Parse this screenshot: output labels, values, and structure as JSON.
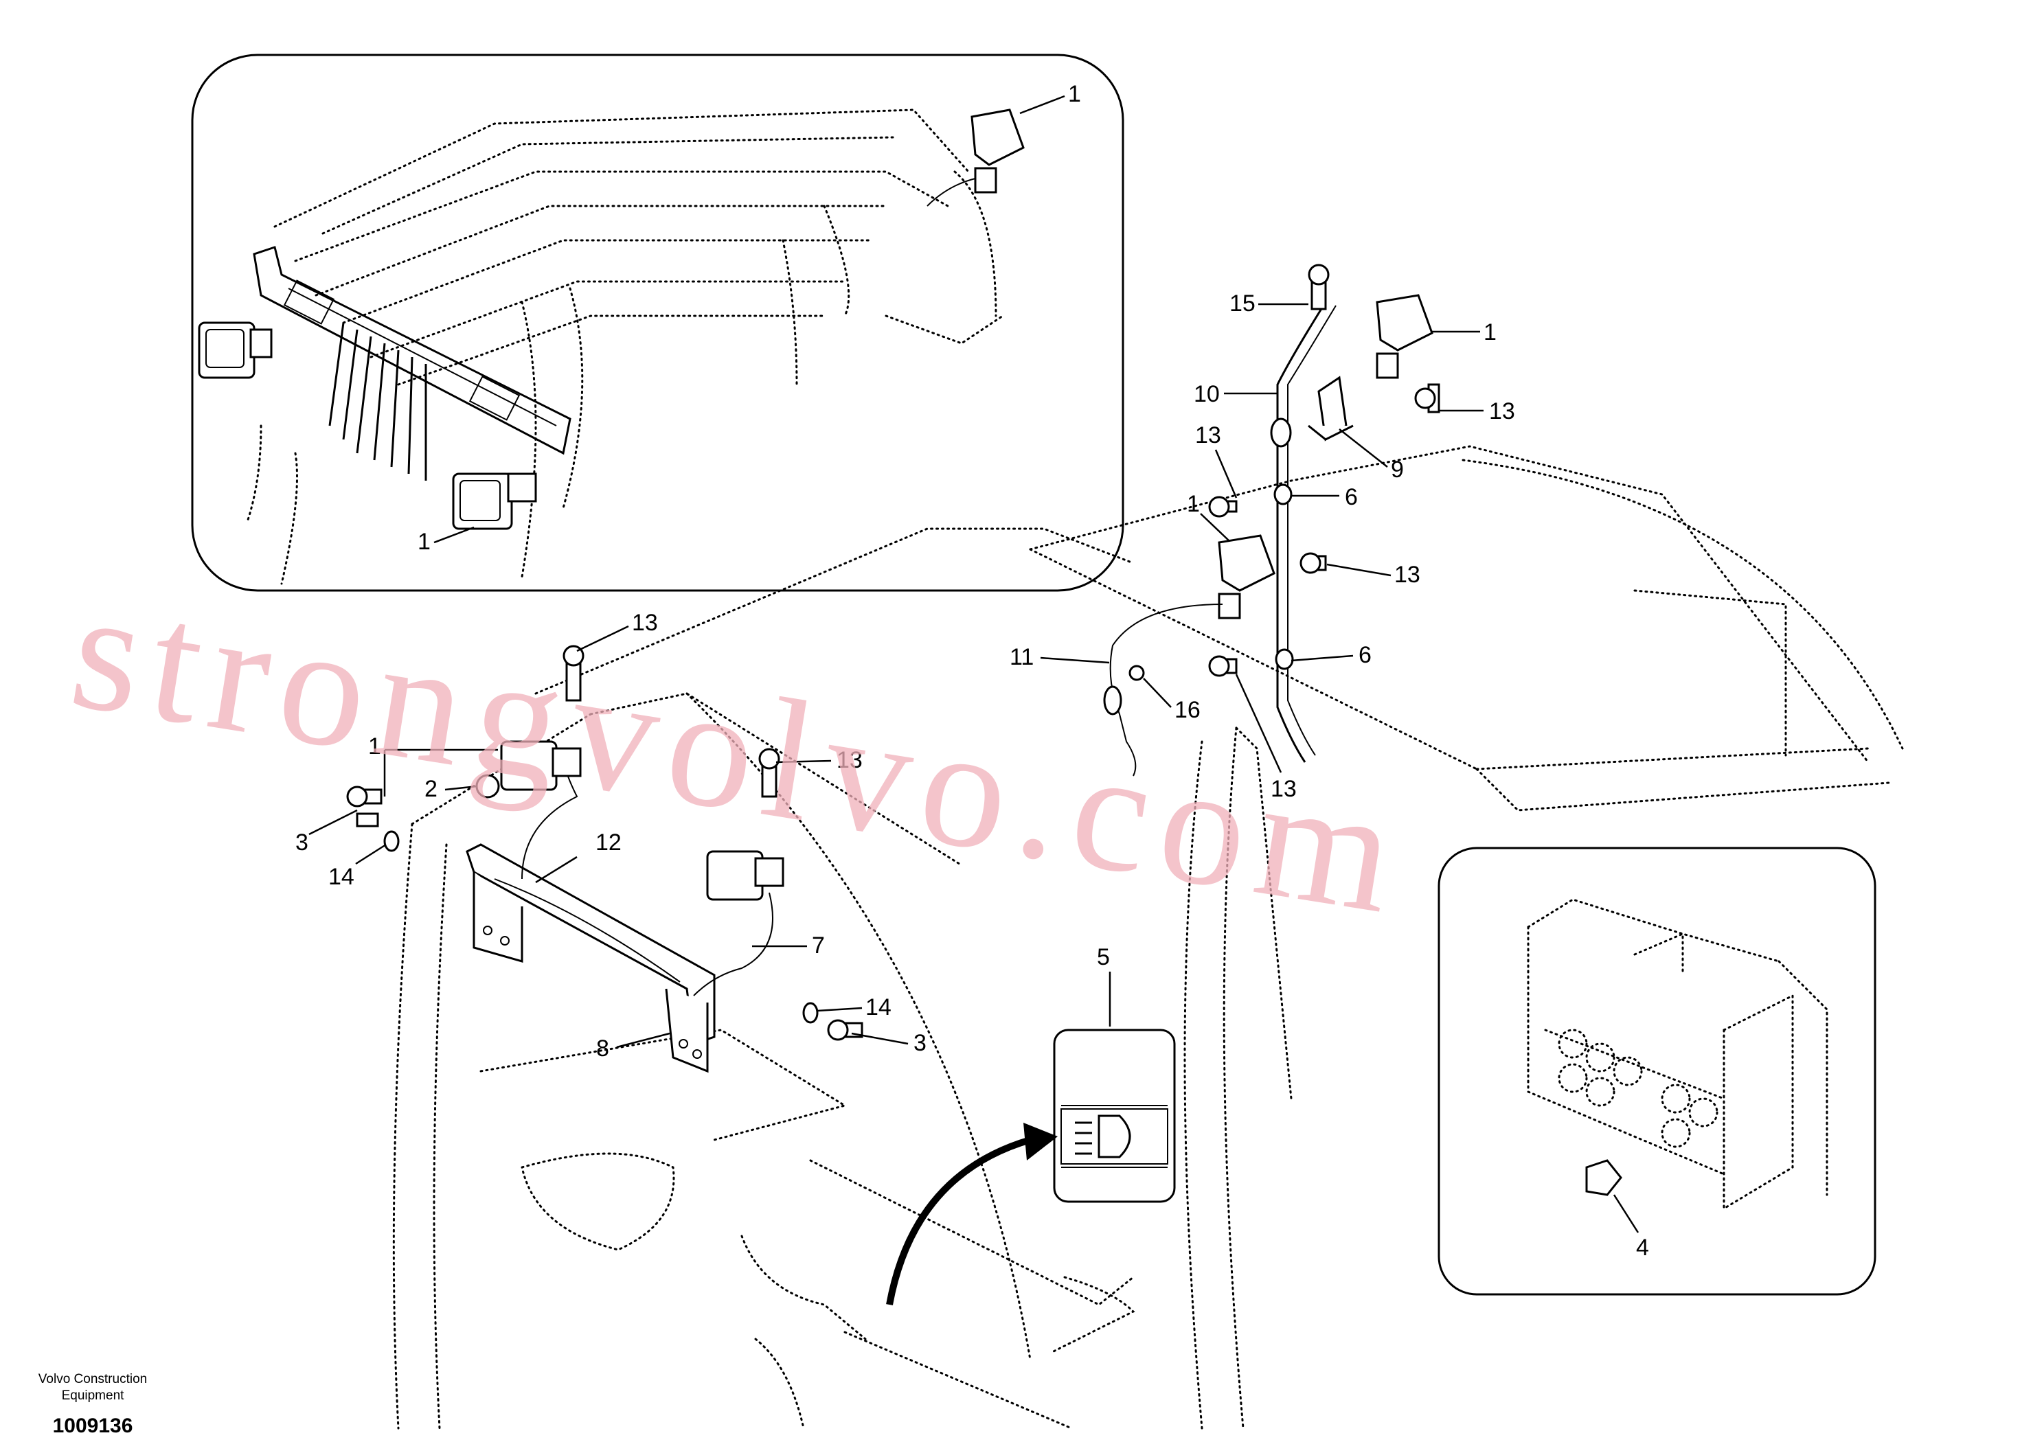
{
  "watermark": "strongvolvo.com",
  "footer": {
    "company_line1": "Volvo Construction",
    "company_line2": "Equipment",
    "drawing_number": "1009136"
  },
  "callouts": {
    "c1": "1",
    "c2": "2",
    "c3": "3",
    "c4": "4",
    "c5": "5",
    "c6": "6",
    "c7": "7",
    "c8": "8",
    "c9": "9",
    "c10": "10",
    "c11": "11",
    "c12": "12",
    "c13": "13",
    "c14": "14",
    "c15": "15",
    "c16": "16"
  },
  "icons": {
    "switch": "headlight-icon"
  }
}
